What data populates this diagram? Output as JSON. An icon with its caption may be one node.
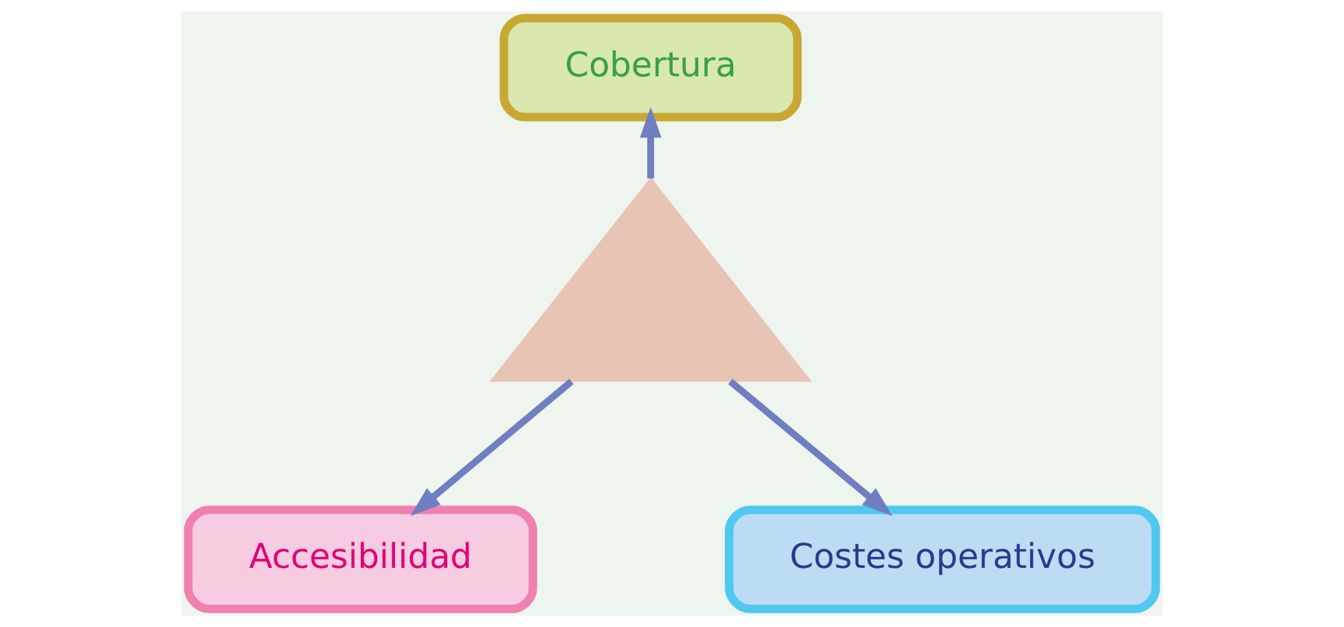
{
  "diagram": {
    "nodes": [
      {
        "text": [
          "Cobertura"
        ]
      },
      {
        "text": [],
        "shape": "triangle"
      },
      {
        "text": [
          "Accesibilidad"
        ]
      },
      {
        "text": [
          "Costes operativos"
        ]
      }
    ],
    "edges": [
      {
        "from": 1,
        "to": 0,
        "arrow": "to"
      },
      {
        "from": 1,
        "to": 2,
        "arrow": "to"
      },
      {
        "from": 1,
        "to": 3,
        "arrow": "to"
      }
    ]
  }
}
